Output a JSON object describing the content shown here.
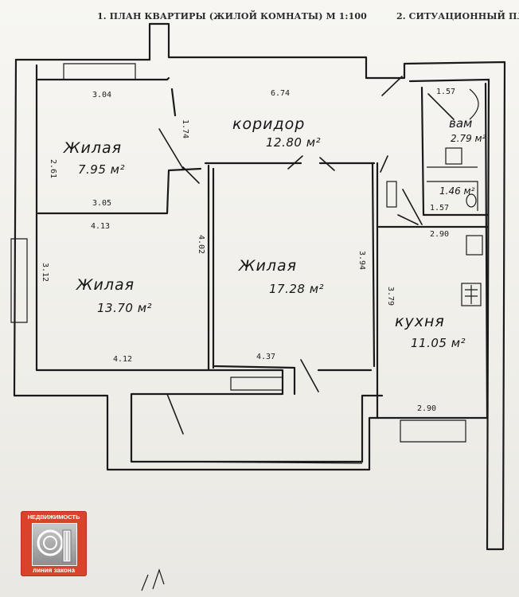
{
  "headings": {
    "plan_title": "1. ПЛАН КВАРТИРЫ (ЖИЛОЙ КОМНАТЫ) М 1:100",
    "situation_title": "2. СИТУАЦИОННЫЙ ПЛ"
  },
  "rooms": {
    "living_small": {
      "name": "Жилая",
      "area": "7.95 м²"
    },
    "corridor": {
      "name": "коридор",
      "area": "12.80 м²"
    },
    "bath": {
      "name": "вам",
      "area": "2.79 м²"
    },
    "wc": {
      "area": "1.46 м²"
    },
    "living_left": {
      "name": "Жилая",
      "area": "13.70 м²"
    },
    "living_center": {
      "name": "Жилая",
      "area": "17.28 м²"
    },
    "kitchen": {
      "name": "кухня",
      "area": "11.05 м²"
    }
  },
  "dimensions": {
    "d_304": "3.04",
    "d_674": "6.74",
    "d_157_top": "1.57",
    "d_261": "2.61",
    "d_174": "1.74",
    "d_305": "3.05",
    "d_413": "4.13",
    "d_402": "4.02",
    "d_312": "3.12",
    "d_394": "3.94",
    "d_379": "3.79",
    "d_290_mid": "2.90",
    "d_157_mid": "1.57",
    "d_412": "4.12",
    "d_437": "4.37",
    "d_290_bottom": "2.90"
  },
  "logo": {
    "top_text": "НЕДВИЖИМОСТЬ",
    "bottom_text": "линия закона"
  }
}
